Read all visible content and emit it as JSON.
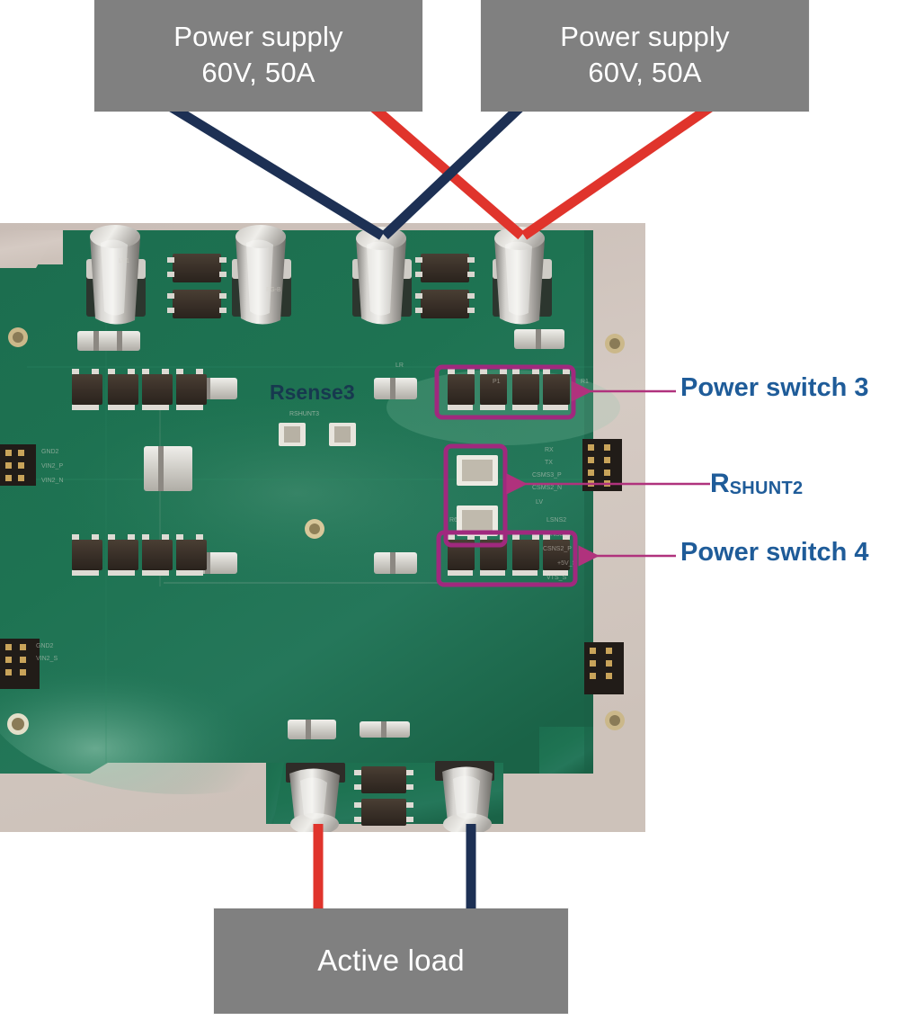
{
  "figure": {
    "type": "annotated-photo",
    "subject": "power-board-test-setup"
  },
  "callouts": {
    "power_supply_left": "Power supply\n60V, 50A",
    "power_supply_right": "Power supply\n60V, 50A",
    "active_load": "Active load"
  },
  "annotations": [
    {
      "id": "power-switch-3",
      "label": "Power switch 3"
    },
    {
      "id": "rshunt2",
      "label_main": "R",
      "label_sub": "SHUNT2"
    },
    {
      "id": "power-switch-4",
      "label": "Power switch 4"
    }
  ],
  "board_silkscreen": {
    "rsense3": "Rsense3"
  },
  "colors": {
    "callout_box": "#808080",
    "callout_text": "#ffffff",
    "annotation_text": "#1f5c99",
    "leader_line": "#b0327d",
    "highlight_box": "#a0297e",
    "wire_positive": "#e0342c",
    "wire_negative": "#1d3054",
    "pcb_green": "#1d6b4e",
    "photo_background": "#cfc4bd"
  },
  "wires": [
    {
      "name": "ps-left-negative",
      "color": "#1d3054",
      "from": "power-supply-left",
      "to": "board-terminal-3"
    },
    {
      "name": "ps-left-positive",
      "color": "#e0342c",
      "from": "power-supply-left",
      "to": "board-terminal-4"
    },
    {
      "name": "ps-right-negative",
      "color": "#1d3054",
      "from": "power-supply-right",
      "to": "board-terminal-3"
    },
    {
      "name": "ps-right-positive",
      "color": "#e0342c",
      "from": "power-supply-right",
      "to": "board-terminal-4"
    },
    {
      "name": "load-positive",
      "color": "#e0342c",
      "from": "board-output-left",
      "to": "active-load"
    },
    {
      "name": "load-negative",
      "color": "#1d3054",
      "from": "board-output-right",
      "to": "active-load"
    }
  ]
}
